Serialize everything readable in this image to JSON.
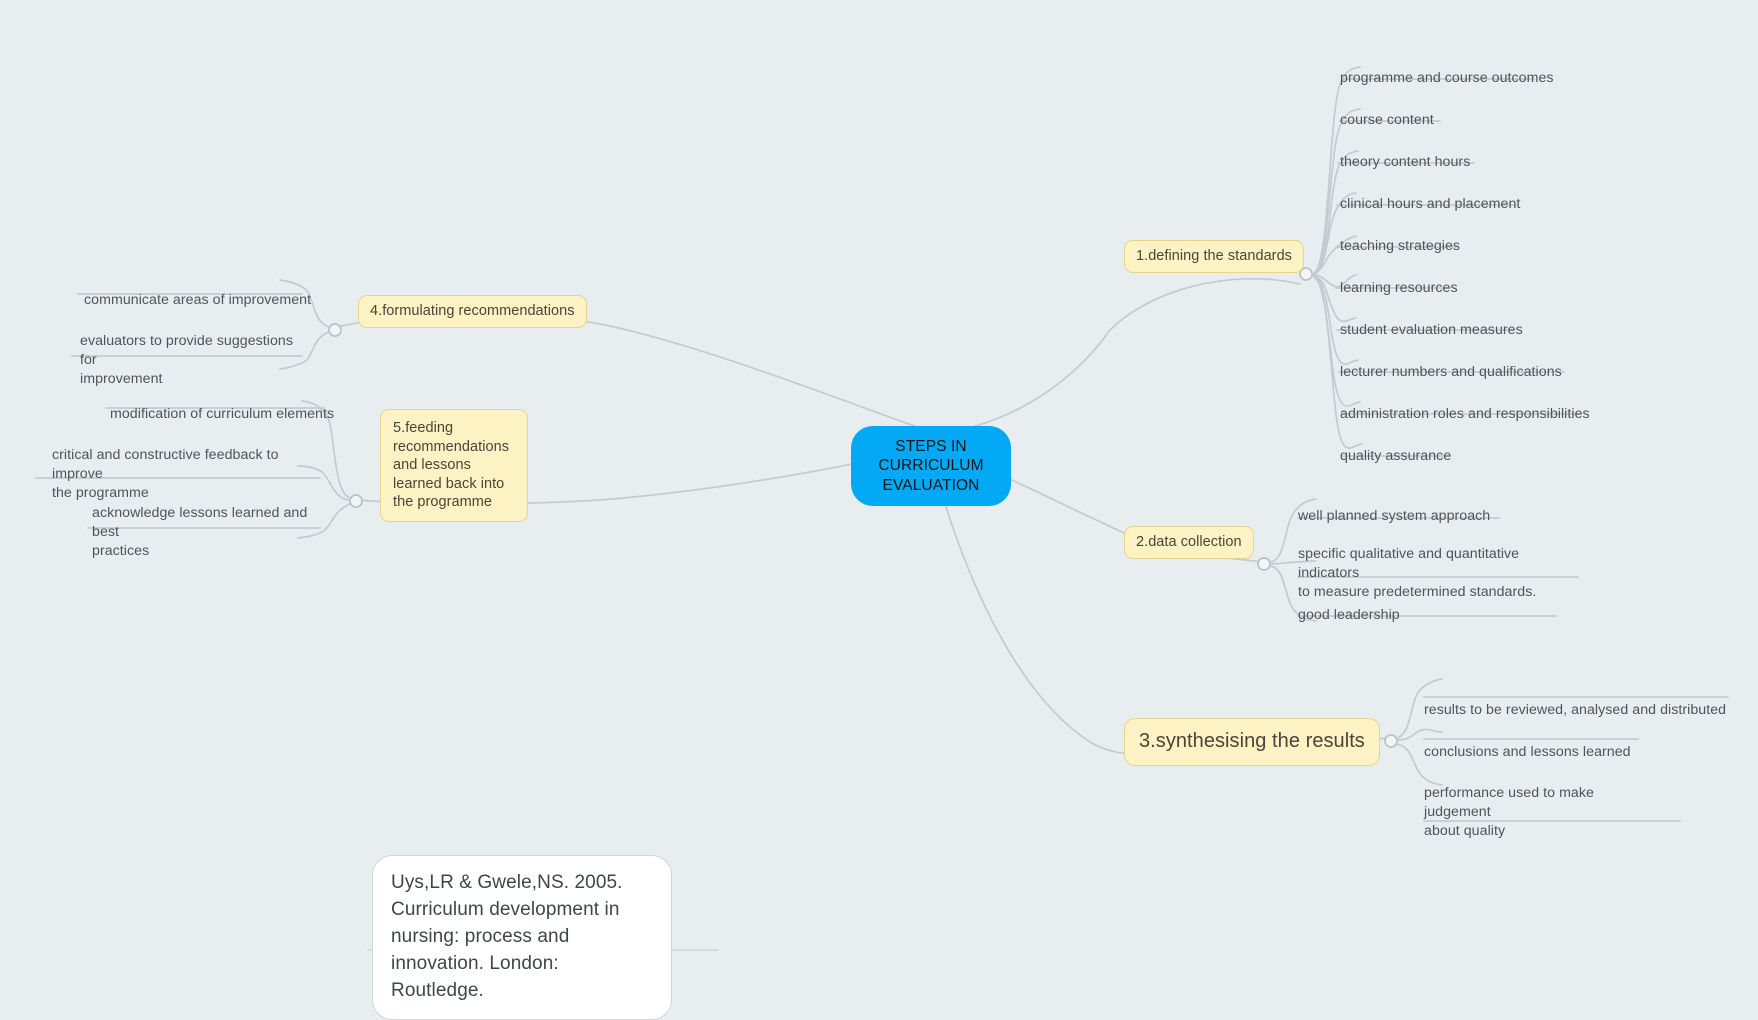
{
  "canvas": {
    "background": "#e8eef0",
    "link_color": "#c3cbcf",
    "root_color": "#03a9f4",
    "topic_fill": "#fdf2c4",
    "topic_border": "#e8d48a",
    "leaf_text_color": "#4c555c"
  },
  "root": {
    "label": "STEPS IN CURRICULUM EVALUATION"
  },
  "branches": [
    {
      "id": "1",
      "label": "1.defining the standards",
      "side": "right",
      "children": [
        {
          "label": "programme and course outcomes"
        },
        {
          "label": "course content"
        },
        {
          "label": "theory content hours"
        },
        {
          "label": "clinical hours and placement"
        },
        {
          "label": "teaching strategies"
        },
        {
          "label": "learning resources"
        },
        {
          "label": "student evaluation measures"
        },
        {
          "label": "lecturer numbers and qualifications"
        },
        {
          "label": "administration roles and responsibilities"
        },
        {
          "label": "quality assurance"
        }
      ]
    },
    {
      "id": "2",
      "label": "2.data collection",
      "side": "right",
      "children": [
        {
          "label": "well planned system approach"
        },
        {
          "label": "specific qualitative and quantitative indicators\nto measure predetermined standards."
        },
        {
          "label": "good leadership"
        }
      ]
    },
    {
      "id": "3",
      "label": "3.synthesising the results",
      "side": "right",
      "children": [
        {
          "label": "results to be reviewed, analysed and distributed"
        },
        {
          "label": "conclusions and lessons learned"
        },
        {
          "label": "performance used to make judgement\nabout quality"
        }
      ]
    },
    {
      "id": "4",
      "label": "4.formulating recommendations",
      "side": "left",
      "children": [
        {
          "label": "communicate areas of improvement"
        },
        {
          "label": "evaluators to provide suggestions for\nimprovement"
        }
      ]
    },
    {
      "id": "5",
      "label": "5.feeding recommendations and lessons learned back into the programme",
      "side": "left",
      "children": [
        {
          "label": "modification of curriculum elements"
        },
        {
          "label": "critical and constructive feedback to improve\nthe programme"
        },
        {
          "label": "acknowledge lessons learned and best\npractices"
        }
      ]
    }
  ],
  "citation": {
    "text": "Uys,LR & Gwele,NS. 2005. Curriculum development in nursing: process and innovation. London: Routledge."
  }
}
